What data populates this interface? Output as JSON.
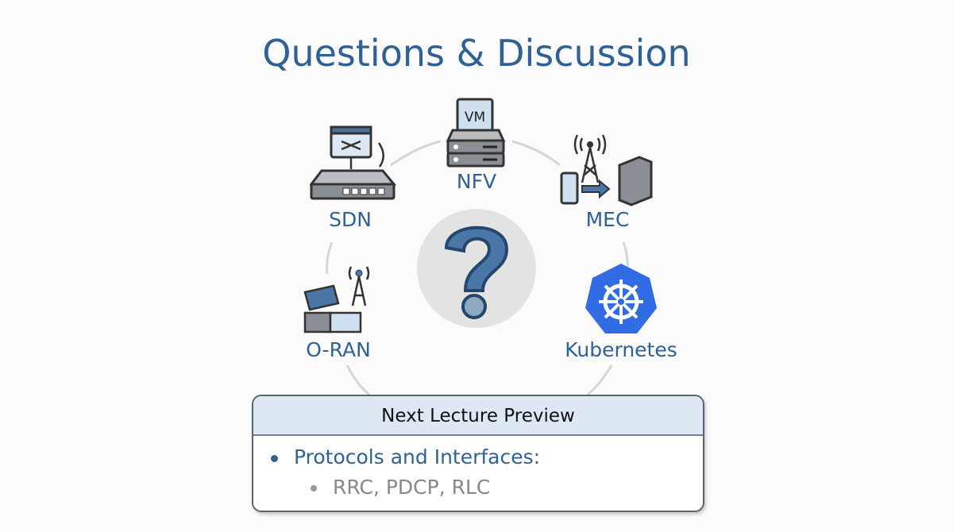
{
  "title": "Questions & Discussion",
  "nodes": {
    "sdn": "SDN",
    "nfv": "NFV",
    "nfv_vm": "VM",
    "mec": "MEC",
    "oran": "O-RAN",
    "kubernetes": "Kubernetes"
  },
  "center_icon": "question-mark",
  "preview": {
    "heading": "Next Lecture Preview",
    "items": [
      {
        "label": "Protocols and Interfaces:",
        "subitems": [
          "RRC, PDCP, RLC"
        ]
      }
    ]
  },
  "colors": {
    "accent": "#2f6195",
    "k8s": "#326ce5",
    "header_bg": "#dde8f4"
  }
}
